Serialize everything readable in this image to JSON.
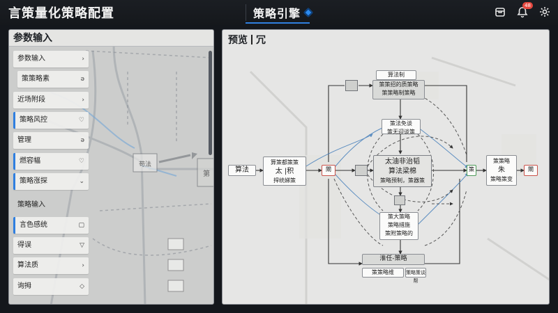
{
  "app": {
    "title": "言策量化策略配置"
  },
  "engine_tab": {
    "label": "策略引擎"
  },
  "top_icons": [
    {
      "name": "package-icon"
    },
    {
      "name": "bell-icon",
      "badge": "48"
    },
    {
      "name": "gear-icon"
    }
  ],
  "left_panel": {
    "title": "参数输入",
    "menu": [
      {
        "label": "参数输入",
        "icon": "›",
        "kind": "top"
      },
      {
        "label": "策策略素",
        "icon": "ǝ",
        "kind": "sub"
      },
      {
        "label": "近场附段",
        "icon": "›",
        "kind": "top"
      },
      {
        "label": "策略风控",
        "icon": "♡",
        "kind": "active"
      },
      {
        "label": "管理",
        "icon": "ǝ",
        "kind": "top"
      },
      {
        "label": "燃容幅",
        "icon": "♡",
        "kind": "active"
      },
      {
        "label": "策略涨探",
        "icon": "⌄",
        "kind": "top"
      },
      {
        "label": "策略输入",
        "icon": "",
        "kind": "plain"
      },
      {
        "label": "言色感统",
        "icon": "▢",
        "kind": "active"
      },
      {
        "label": "得误",
        "icon": "▽",
        "kind": "top"
      },
      {
        "label": "算法质",
        "icon": "›",
        "kind": "top"
      },
      {
        "label": "询拇",
        "icon": "◇",
        "kind": "top"
      }
    ]
  },
  "preview": {
    "title": "预览",
    "title_suffix": "冗",
    "nodes": {
      "algo": "算法",
      "source1": "算策都策策",
      "source2": "太 |积",
      "source3": "捍统娣策",
      "split": "閘",
      "top_title": "算法制",
      "top_line1": "策策招的质策略",
      "top_line2": "策策略制策略",
      "upper_mid1": "策法免谈",
      "upper_mid2": "策无迎谈策",
      "center1": "太油非治韬",
      "center2": "算法梁棉",
      "center3": "策略预制，策器策",
      "lower1": "策大策略",
      "lower2": "策略措施",
      "lower3": "策附策略的",
      "bottom1": "策策略维",
      "bottom2": "策略策谈帮",
      "bottom_tag": "淮任-策略",
      "right_out": "策",
      "right1": "策策略",
      "right2": "朱",
      "right3": "策略策变",
      "final": "閘"
    }
  },
  "sketch": {
    "node1": "苟法",
    "node2": "第"
  }
}
